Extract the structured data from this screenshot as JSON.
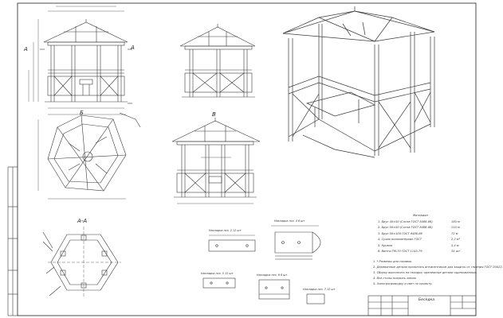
{
  "views": {
    "section_a": "А",
    "section_b": "Б",
    "view_v": "В",
    "section_aa": "А-А"
  },
  "spec": {
    "title": "Материал",
    "rows": [
      {
        "text": "1. Брус 40×50 (Сосна ГОСТ 8486-86)",
        "qty": "180 м"
      },
      {
        "text": "2. Брус 50×50 (Сосна ГОСТ 8486-86)",
        "qty": "110 м"
      },
      {
        "text": "3. Брус 50×100 ГОСТ 8486-86",
        "qty": "72 м"
      },
      {
        "text": "4. Сухая пиломатериал ГОСТ",
        "qty": "2,2 м²"
      },
      {
        "text": "5. Кровля",
        "qty": "5,4 м"
      },
      {
        "text": "6. Винты ГМ-70 ГОСТ 1145-79",
        "qty": "34 шт"
      }
    ]
  },
  "notes": [
    "1. * Размеры для справок.",
    "2. Деревянные детали пропитать антисептиком для защиты от гниения ГОСТ 20022.",
    "3. Сборку выполнять на гвоздях; крепежные детали оцинкованные.",
    "4. Все столы покрыть лаком.",
    "5. Электропроводку и свет по проекту."
  ],
  "pieces": [
    "Накладка поз. 2  12 шт",
    "Накладка поз. 5  12 шт",
    "Накладка поз. 4  6 шт",
    "Накладка поз. 6  6 шт",
    "Накладка поз. 7  12 шт"
  ],
  "title_block": {
    "name": "Беседка"
  }
}
